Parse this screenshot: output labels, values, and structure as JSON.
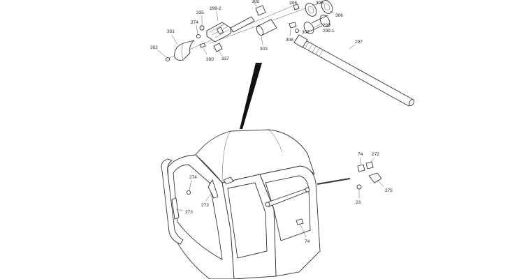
{
  "labels": {
    "l335": "335",
    "l299_2": "299-2",
    "l274a": "274",
    "l301": "301",
    "l302": "302",
    "l300": "300",
    "l337": "337",
    "l303": "303",
    "l308a": "308",
    "l308b": "308",
    "l307": "307",
    "l305": "305",
    "l306": "306",
    "l299": "299",
    "l299_1": "299-1",
    "l297": "297",
    "l74a": "74",
    "l272": "272",
    "l275": "275",
    "l23": "23",
    "l274b": "274",
    "l273a": "273",
    "l273b": "273",
    "l74b": "74"
  }
}
